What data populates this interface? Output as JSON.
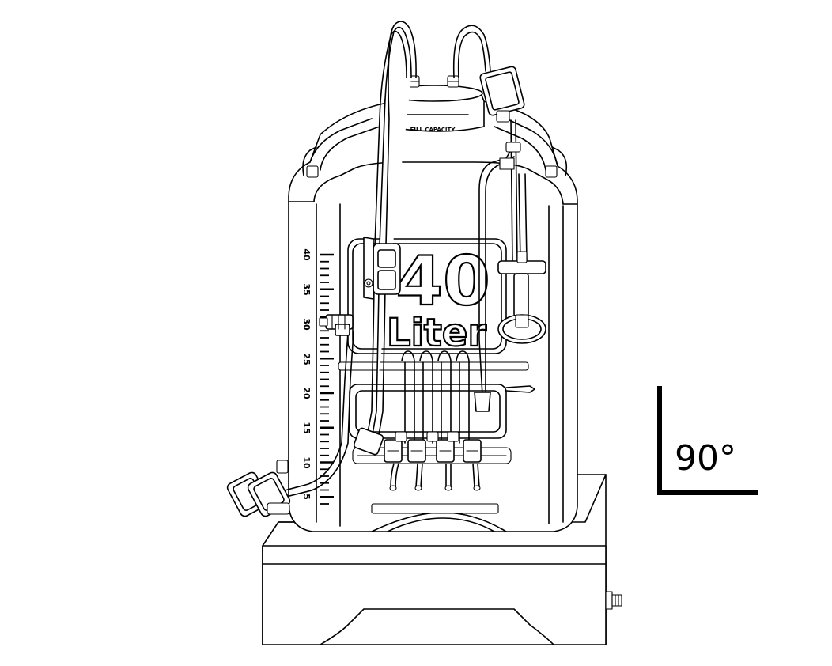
{
  "drawing": {
    "fill_label": "FILL CAPACITY",
    "volume_number": "40",
    "volume_unit": "Liter",
    "scale_marks": [
      "40",
      "35",
      "30",
      "25",
      "20",
      "15",
      "10",
      "5"
    ],
    "angle_label": "90°"
  }
}
